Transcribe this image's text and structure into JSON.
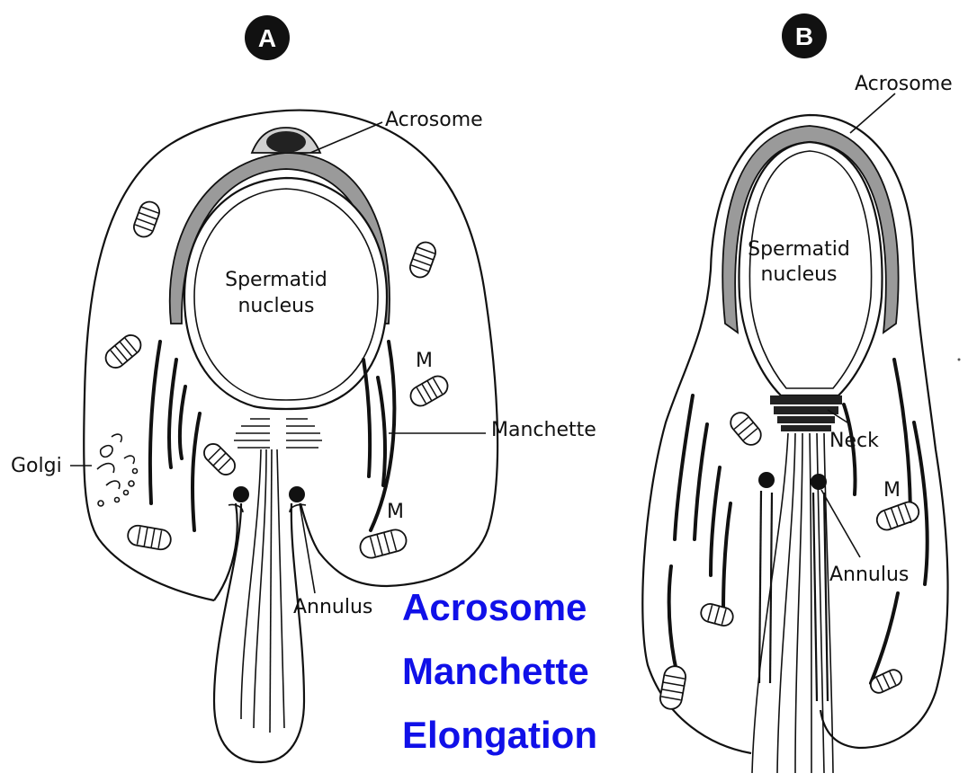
{
  "panels": [
    {
      "badge": "A",
      "labels": {
        "acrosome": "Acrosome",
        "nucleus_line1": "Spermatid",
        "nucleus_line2": "nucleus",
        "m1": "M",
        "m2": "M",
        "manchette": "Manchette",
        "golgi": "Golgi",
        "annulus": "Annulus"
      }
    },
    {
      "badge": "B",
      "labels": {
        "acrosome": "Acrosome",
        "nucleus_line1": "Spermatid",
        "nucleus_line2": "nucleus",
        "neck": "Neck",
        "m1": "M",
        "annulus": "Annulus"
      }
    }
  ],
  "highlights": [
    "Acrosome",
    "Manchette",
    "Elongation"
  ],
  "colors": {
    "highlight": "#1010e8",
    "ink": "#111111",
    "acrosome_fill": "#9a9a9a",
    "badge_fill": "#111111"
  }
}
